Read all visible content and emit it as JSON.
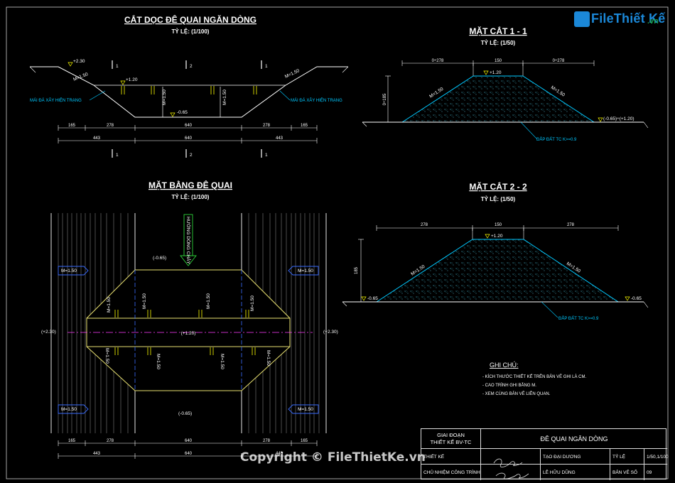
{
  "logo": {
    "text": "FileThiết Kế",
    "tld": ".vn"
  },
  "watermark": "Copyright © FileThietKe.vn",
  "view_long": {
    "title": "CẮT DỌC ĐÊ QUAI NGĂN DÒNG",
    "scale": "TỶ LỆ: (1/100)",
    "elev_top": "+2.30",
    "elev_crest": "+1.20",
    "elev_bottom": "-0.65",
    "slope": "M=1.50",
    "left_note": "MÁI ĐÁ XÂY HIỆN TRẠNG",
    "right_note": "MÁI ĐÁ XÂY HIỆN TRẠNG",
    "dims_row1": [
      "165",
      "278",
      "640",
      "278",
      "165"
    ],
    "dims_row2": [
      "443",
      "640",
      "443"
    ],
    "sec_marks": [
      "1",
      "2",
      "1"
    ]
  },
  "view_plan": {
    "title": "MẶT BẰNG ĐÊ QUAI",
    "scale": "TỶ LỆ: (1/100)",
    "flow": "HƯỚNG DÒNG CHẢY",
    "elev_top": "(-0.65)",
    "elev_bottom": "(-0.65)",
    "elev_left": "(+2.30)",
    "elev_right": "(+2.30)",
    "elev_crest": "(+1.20)",
    "slope": "M=1.50",
    "dims_row1": [
      "165",
      "278",
      "640",
      "278",
      "165"
    ],
    "dims_row2": [
      "443",
      "640",
      "443"
    ]
  },
  "sec11": {
    "title": "MẶT CẮT 1 - 1",
    "scale": "TỶ LỆ: (1/50)",
    "dims": [
      "0÷278",
      "150",
      "0÷278"
    ],
    "crest": "+1.20",
    "slope": "M=1.50",
    "height": "0÷185",
    "right_elev": "(-0.65)÷(+1.20)",
    "fill": "ĐẮP ĐẤT TC K>=0.9"
  },
  "sec22": {
    "title": "MẶT CẮT 2 - 2",
    "scale": "TỶ LỆ: (1/50)",
    "dims": [
      "278",
      "150",
      "278"
    ],
    "crest": "+1.20",
    "slope": "M=1.50",
    "height": "185",
    "left_elev": "-0.65",
    "right_elev": "-0.65",
    "fill": "ĐẮP ĐẤT TC K>=0.9"
  },
  "notes": {
    "title": "GHI CHÚ:",
    "items": [
      "- KÍCH THƯỚC THIẾT KẾ TRÊN BẢN VẼ GHI LÀ CM.",
      "- CAO TRÌNH GHI BẰNG M.",
      "- XEM CÙNG BẢN VẼ LIÊN QUAN."
    ]
  },
  "title_block": {
    "stage_line1": "GIAI ĐOẠN",
    "stage_line2": "THIẾT KẾ BV-TC",
    "project": "ĐÊ QUAI NGĂN DÒNG",
    "role1": "THIẾT KẾ",
    "name1": "TẠO ĐẠI DƯƠNG",
    "key1": "TỶ LỆ",
    "val1": "1/50,1/100",
    "role2": "CHỦ NHIỆM CÔNG TRÌNH",
    "name2": "LÊ HỮU DŨNG",
    "key2": "BẢN VẼ SỐ",
    "val2": "09"
  }
}
